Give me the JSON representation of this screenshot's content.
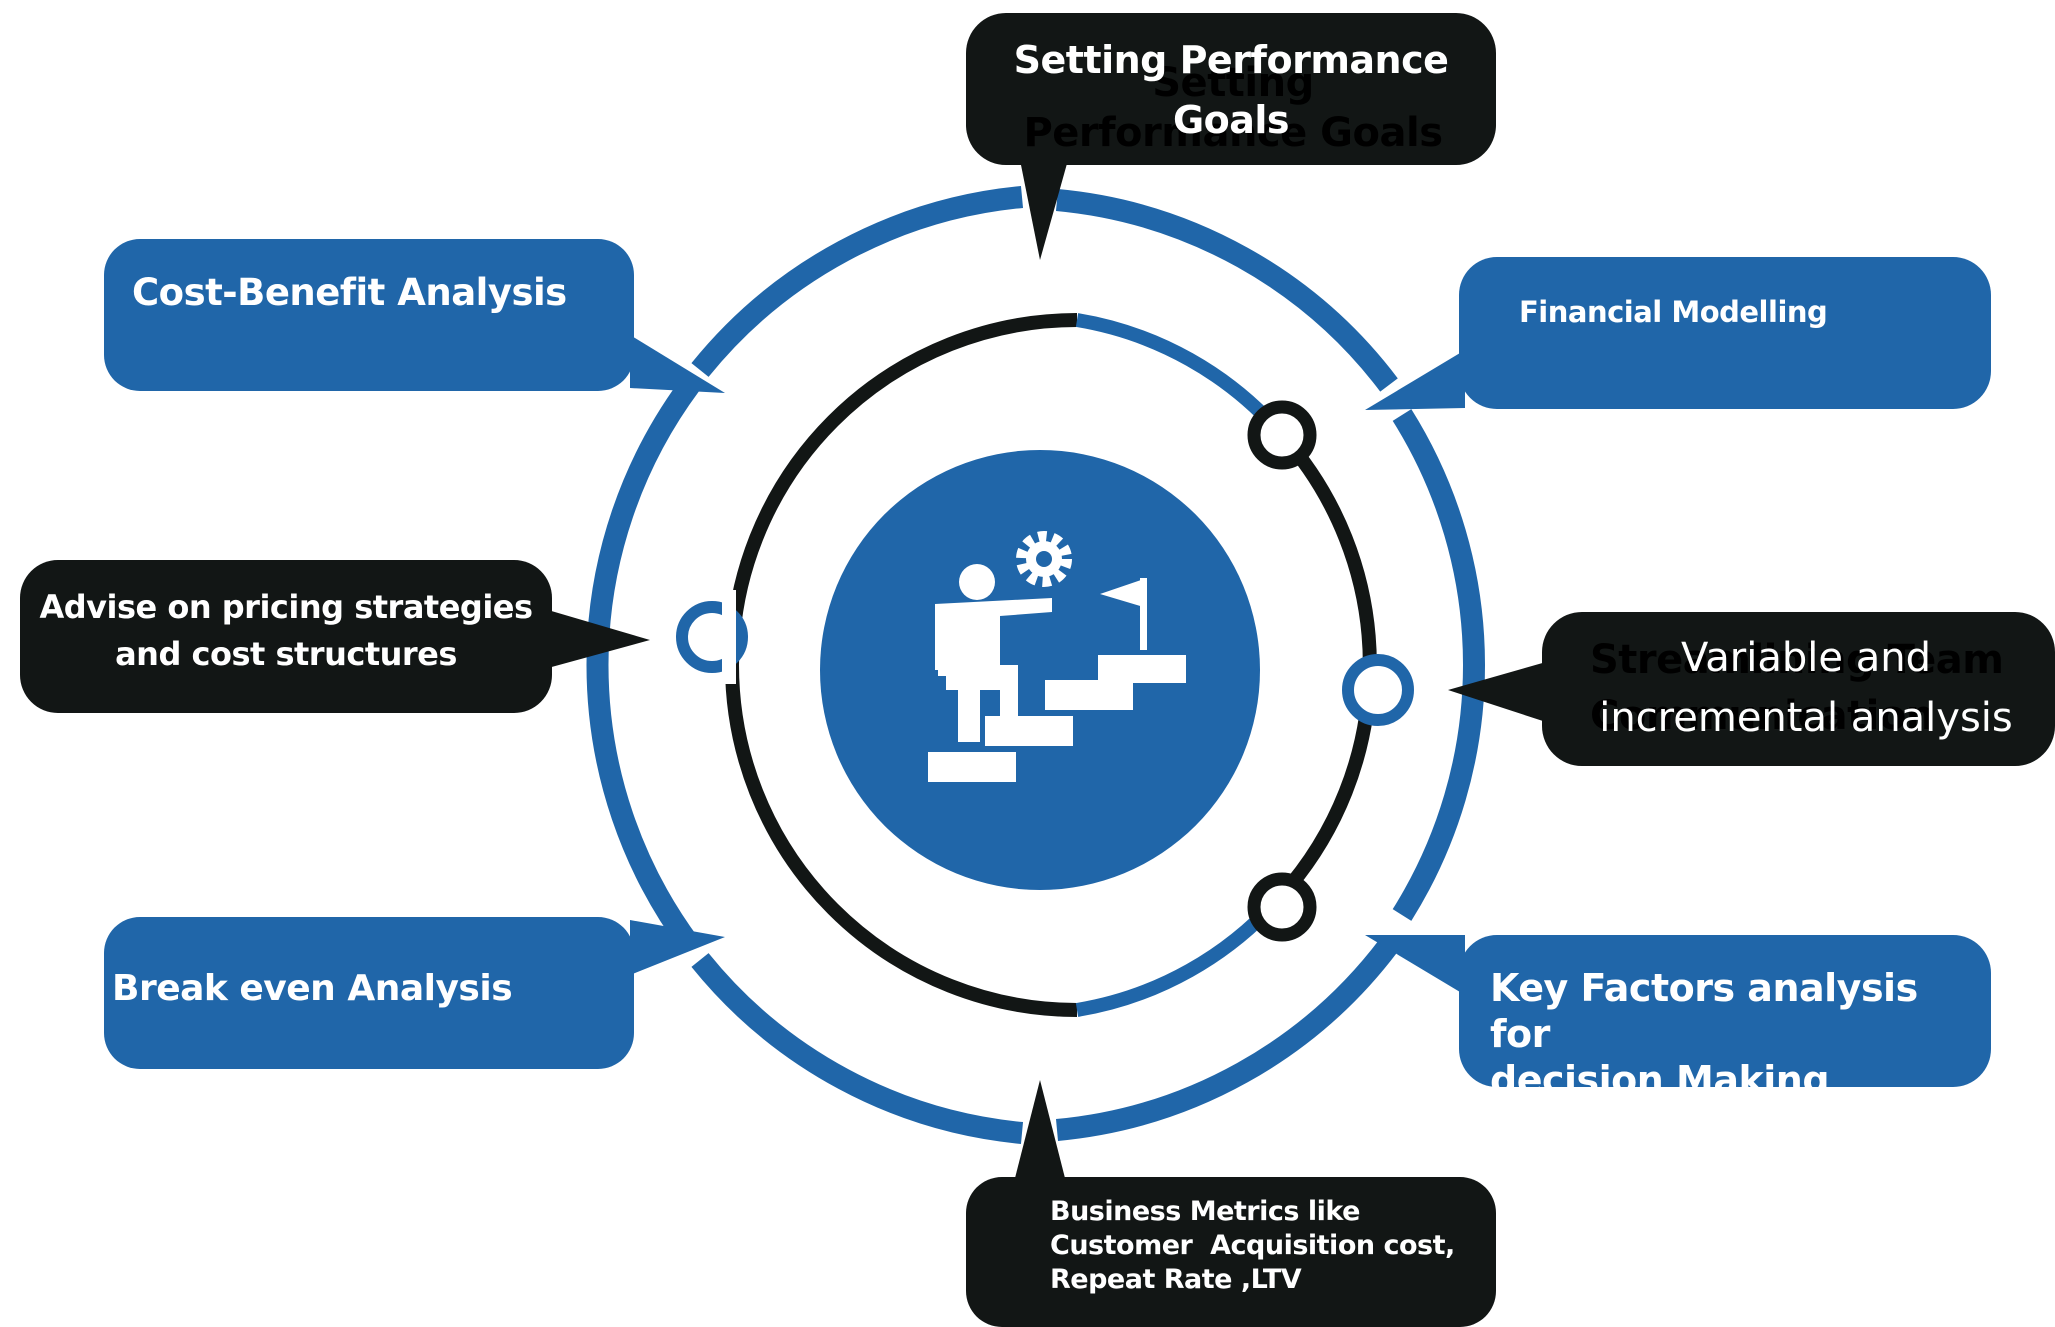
{
  "colors": {
    "blue": "#2066a9",
    "dark": "#121615",
    "white": "#ffffff"
  },
  "center_icon": "person-climbing-stairs-to-flag-icon",
  "gear_icon": "gear-icon",
  "callouts": {
    "top": {
      "lines": [
        "Setting Performance",
        "Goals"
      ],
      "ghost_lines": [
        "Setting",
        "Performance Goals"
      ]
    },
    "top_left": {
      "text": "Cost-Benefit Analysis"
    },
    "top_right": {
      "text": "Financial Modelling"
    },
    "mid_left": {
      "lines": [
        "Advise on pricing strategies",
        "and cost structures"
      ]
    },
    "mid_right": {
      "lines": [
        "Variable and",
        "incremental analysis"
      ],
      "ghost_lines": [
        "Streamlining Team",
        "Communication"
      ]
    },
    "bottom_left": {
      "text": "Break even Analysis"
    },
    "bottom_right": {
      "lines": [
        "Key Factors analysis for",
        "decision Making"
      ]
    },
    "bottom": {
      "lines": [
        "Business Metrics like",
        "Customer  Acquisition cost,",
        "Repeat Rate ,LTV"
      ]
    }
  }
}
